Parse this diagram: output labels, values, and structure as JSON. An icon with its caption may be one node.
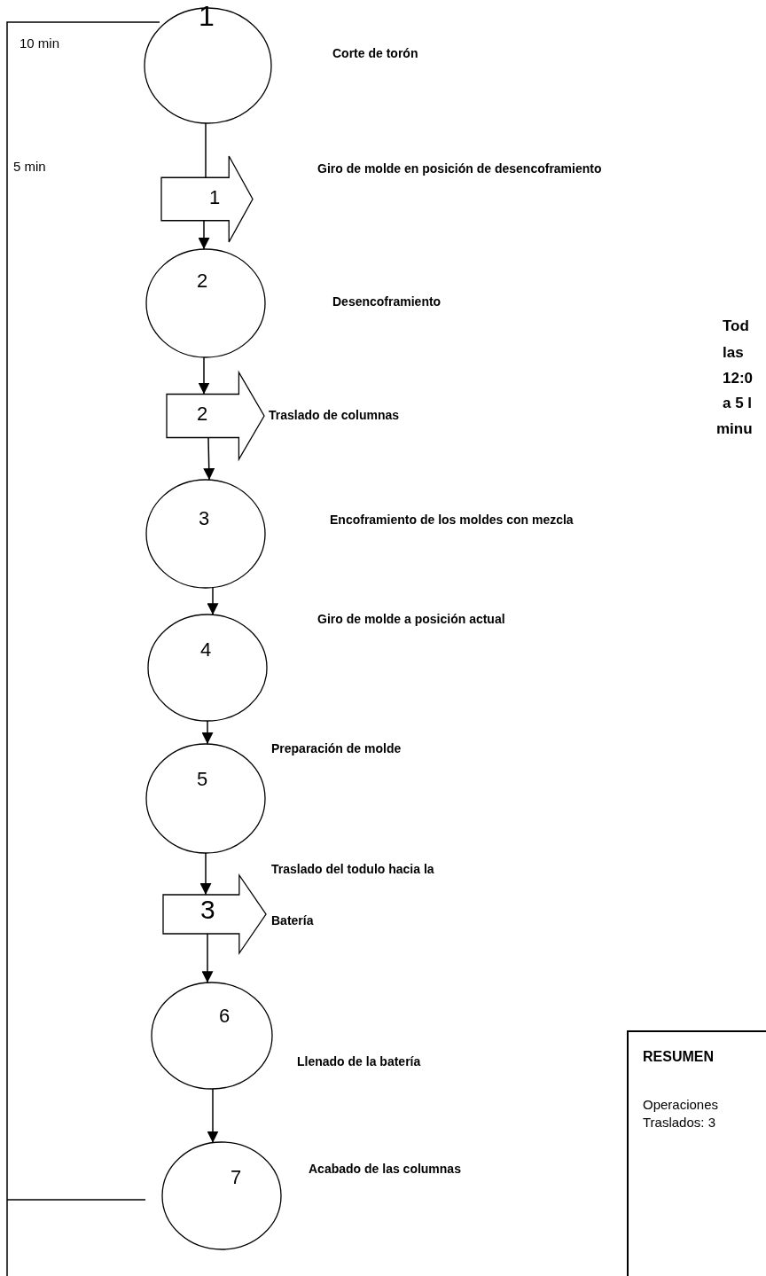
{
  "diagram": {
    "nodes": [
      {
        "text": [
          "1"
        ]
      },
      {
        "text": [
          "1"
        ]
      },
      {
        "text": [
          "2"
        ]
      },
      {
        "text": [
          "2"
        ],
        "beside": [
          "Traslado de columnas"
        ]
      },
      {
        "text": [
          "3"
        ]
      },
      {
        "text": [
          "4"
        ]
      },
      {
        "text": [
          "5"
        ],
        "beside": [
          "Preparación de molde"
        ]
      },
      {
        "text": [
          "3"
        ],
        "beside": [
          "Traslado del todulo hacia la",
          "Batería"
        ]
      },
      {
        "text": [
          "6"
        ],
        "beside": [
          "Llenado de la batería"
        ]
      },
      {
        "text": [
          "7"
        ],
        "beside": [
          "Acabado de las columnas"
        ]
      },
      {
        "text": [
          "RESUMEN",
          "Operaciones",
          "Traslados: 3"
        ]
      }
    ],
    "edges": [
      {
        "from": 0,
        "to": 1,
        "arrow": "none"
      },
      {
        "from": 1,
        "to": 2,
        "arrow": "to"
      },
      {
        "from": 2,
        "to": 3,
        "arrow": "to"
      },
      {
        "from": 3,
        "to": 4,
        "arrow": "to"
      },
      {
        "from": 4,
        "to": 5,
        "arrow": "to"
      },
      {
        "from": 5,
        "to": 6,
        "arrow": "to"
      },
      {
        "from": 6,
        "to": 7,
        "arrow": "to"
      },
      {
        "from": 7,
        "to": 8,
        "arrow": "to"
      },
      {
        "from": 8,
        "to": 9,
        "arrow": "to"
      }
    ],
    "labels": [
      "10 min",
      "Corte de torón",
      "5 min",
      "Giro de molde en posición de desencoframiento",
      "Desencoframiento",
      "Tod",
      "las",
      "12:0",
      "a 5 l",
      "minu",
      "Encoframiento de los moldes con mezcla",
      "Giro de molde a posición actual"
    ]
  }
}
